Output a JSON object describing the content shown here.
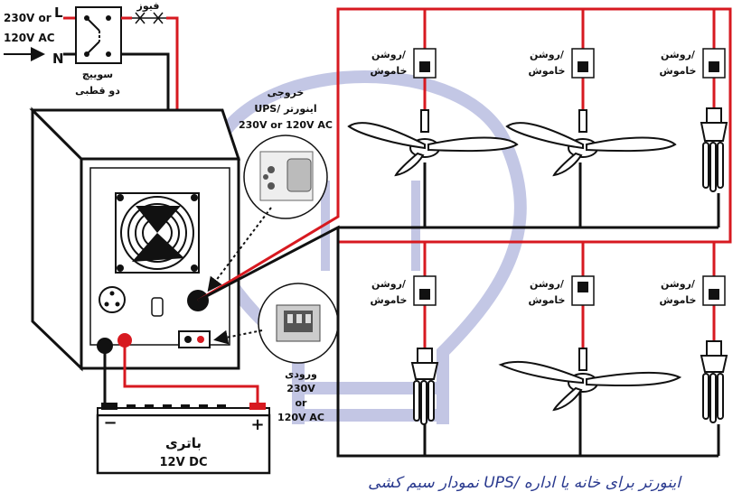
{
  "source": {
    "voltage": "230V or\n120V AC",
    "line": "L",
    "neutral": "N"
  },
  "fuse_label": "فیوز",
  "switch_label": "سوییچ\nدو قطبی",
  "ups_output": {
    "title": "خروجی",
    "subtitle": "UPS/ اینورتر",
    "voltage": "230V or 120V AC"
  },
  "ups_input": {
    "title": "ورودی",
    "voltage": "230V\nor\n120V AC"
  },
  "wall_switch_label": "روشن/\nخاموش",
  "battery": {
    "title": "باتری",
    "voltage": "12V DC",
    "neg": "−",
    "pos": "+"
  },
  "caption": "نمودار سیم کشی UPS/ اینورتر برای خانه یا اداره",
  "colors": {
    "live": "#d71920",
    "neutral": "#111111",
    "watermark": "#b9bde0",
    "caption": "#2a3a8f"
  }
}
